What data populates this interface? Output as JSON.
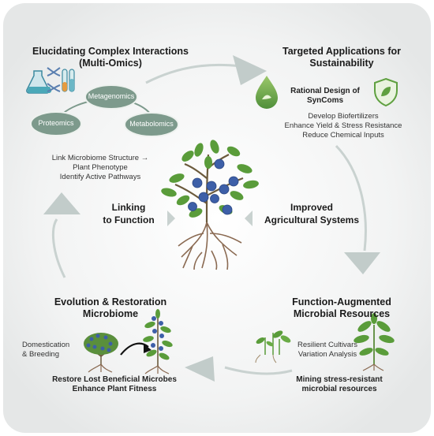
{
  "multi_omics": {
    "title_line1": "Elucidating Complex Interactions",
    "title_line2": "(Multi-Omics)",
    "node_top": "Metagenomics",
    "node_left": "Proteomics",
    "node_right": "Metabolomics",
    "note_line1": "Link Microbiome Structure →",
    "note_line2": "Plant Phenotype",
    "note_line3": "Identify Active Pathways"
  },
  "applications": {
    "title_line1": "Targeted Applications for",
    "title_line2": "Sustainability",
    "syncom_line1": "Rational Design of",
    "syncom_line2": "SynComs",
    "bullet1": "Develop Biofertilizers",
    "bullet2": "Enhance Yield & Stress Resistance",
    "bullet3": "Reduce Chemical Inputs"
  },
  "center": {
    "left_line1": "Linking",
    "left_line2": "to Function",
    "right_line1": "Improved",
    "right_line2": "Agricultural Systems"
  },
  "evolution": {
    "title_line1": "Evolution & Restoration",
    "title_line2": "Microbiome",
    "dom_line1": "Domestication",
    "dom_line2": "& Breeding",
    "bottom_line1": "Restore Lost Beneficial Microbes",
    "bottom_line2": "Enhance Plant Fitness"
  },
  "resources": {
    "title_line1": "Function-Augmented",
    "title_line2": "Microbial Resources",
    "note_line1": "Resilient Cultivars",
    "note_line2": "Variation Analysis",
    "bottom_line1": "Mining stress-resistant",
    "bottom_line2": "microbial resources"
  },
  "colors": {
    "arrow": "#c4cfcd",
    "node_fill": "#7d9a8c",
    "leaf_green": "#5a9c3a",
    "berry_blue": "#3d5fa8",
    "root_brown": "#8a6a52"
  }
}
